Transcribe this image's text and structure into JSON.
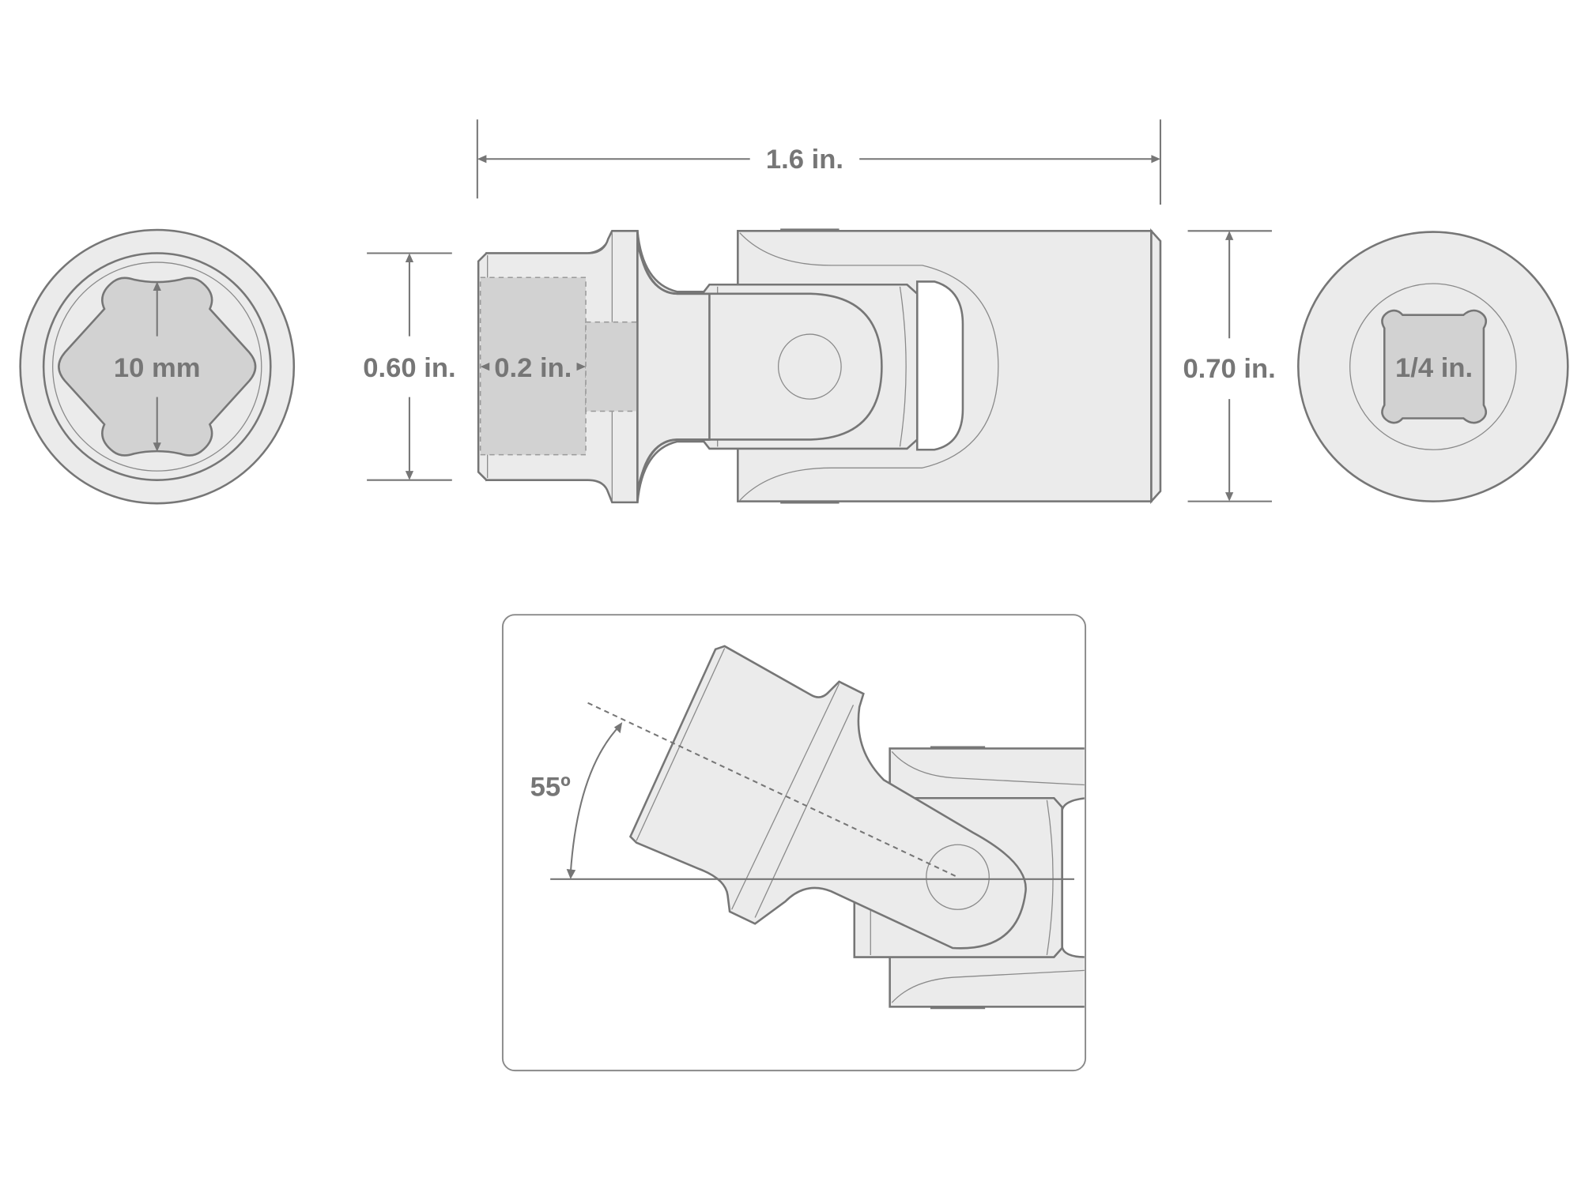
{
  "diagram": {
    "title": "Universal joint socket dimensional drawing",
    "colors": {
      "outline": "#767676",
      "body_fill": "#ebebeb",
      "cavity_fill": "#d2d2d2",
      "text": "#767676",
      "background": "#ffffff"
    },
    "front_view": {
      "hex_label": "10 mm"
    },
    "side_view": {
      "overall_length_label": "1.6 in.",
      "socket_end_diameter_label": "0.60 in.",
      "socket_depth_label": "0.2 in.",
      "drive_end_diameter_label": "0.70 in."
    },
    "rear_view": {
      "drive_label": "1/4 in."
    },
    "angle_panel": {
      "angle_label": "55º"
    }
  }
}
